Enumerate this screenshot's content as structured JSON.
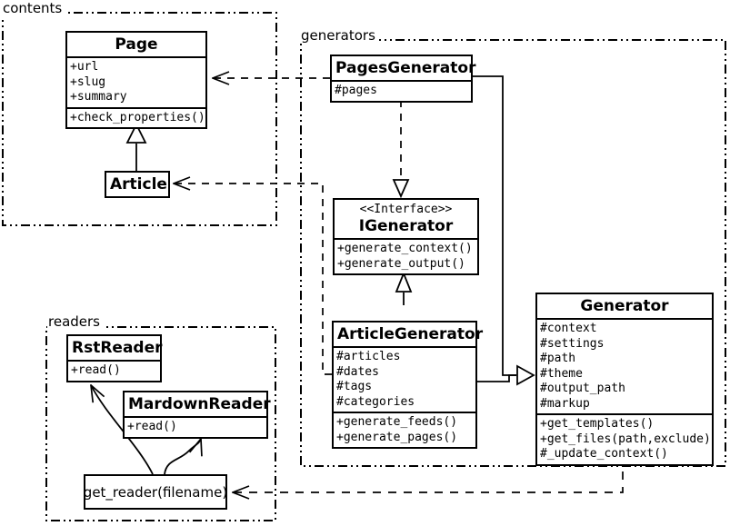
{
  "colors": {
    "line": "#000000",
    "background": "#ffffff"
  },
  "packages": {
    "contents": {
      "label": "contents"
    },
    "generators": {
      "label": "generators"
    },
    "readers": {
      "label": "readers"
    }
  },
  "classes": {
    "page": {
      "name": "Page",
      "attributes": [
        "+url",
        "+slug",
        "+summary"
      ],
      "methods": [
        "+check_properties()"
      ]
    },
    "article": {
      "name": "Article"
    },
    "pages_generator": {
      "name": "PagesGenerator",
      "attributes": [
        "#pages"
      ]
    },
    "igenerator": {
      "stereotype": "<<Interface>>",
      "name": "IGenerator",
      "methods": [
        "+generate_context()",
        "+generate_output()"
      ]
    },
    "article_generator": {
      "name": "ArticleGenerator",
      "attributes": [
        "#articles",
        "#dates",
        "#tags",
        "#categories"
      ],
      "methods": [
        "+generate_feeds()",
        "+generate_pages()"
      ]
    },
    "generator": {
      "name": "Generator",
      "attributes": [
        "#context",
        "#settings",
        "#path",
        "#theme",
        "#output_path",
        "#markup"
      ],
      "methods": [
        "+get_templates()",
        "+get_files(path,exclude)",
        "#_update_context()"
      ]
    },
    "rst_reader": {
      "name": "RstReader",
      "methods": [
        "+read()"
      ]
    },
    "mardown_reader": {
      "name": "MardownReader",
      "methods": [
        "+read()"
      ]
    },
    "get_reader": {
      "label": "get_reader(filename)"
    }
  },
  "edges": [
    {
      "from": "Article",
      "to": "Page",
      "type": "inheritance",
      "style": "solid-hollow-triangle"
    },
    {
      "from": "PagesGenerator",
      "to": "Page",
      "type": "dependency",
      "style": "dashed-open-arrow"
    },
    {
      "from": "ArticleGenerator",
      "to": "Article",
      "type": "dependency",
      "style": "dashed-open-arrow"
    },
    {
      "from": "PagesGenerator",
      "to": "IGenerator",
      "type": "realization",
      "style": "dashed-hollow-triangle"
    },
    {
      "from": "ArticleGenerator",
      "to": "IGenerator",
      "type": "inheritance",
      "style": "solid-hollow-triangle"
    },
    {
      "from": "PagesGenerator",
      "to": "Generator",
      "type": "inheritance",
      "style": "solid-hollow-triangle"
    },
    {
      "from": "ArticleGenerator",
      "to": "Generator",
      "type": "inheritance",
      "style": "solid-hollow-triangle"
    },
    {
      "from": "Generator",
      "to": "get_reader(filename)",
      "type": "dependency",
      "style": "dashed-open-arrow"
    },
    {
      "from": "get_reader(filename)",
      "to": "RstReader",
      "type": "dependency",
      "style": "curved-open-arrow"
    },
    {
      "from": "get_reader(filename)",
      "to": "MardownReader",
      "type": "dependency",
      "style": "curved-open-arrow"
    }
  ]
}
